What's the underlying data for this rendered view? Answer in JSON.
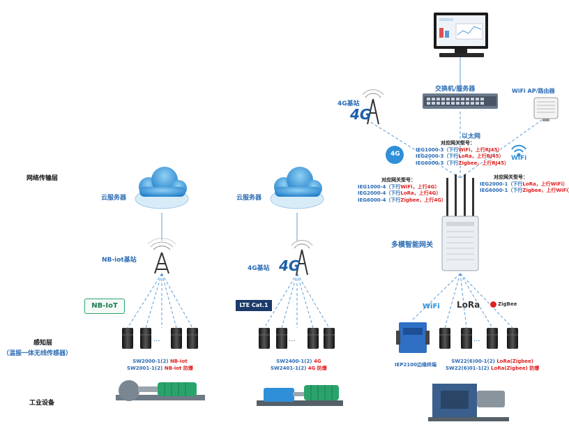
{
  "layers": {
    "network": "网络传输层",
    "sensing": "感知层",
    "sensing_sub": "（温振一体无线传感器）",
    "industrial": "工业设备"
  },
  "cloud1": "云服务器",
  "cloud2": "云服务器",
  "nbiot_station": "NB-iot基站",
  "station_4g_mid": "4G基站",
  "station_4g_top": "4G基站",
  "switch": "交换机/服务器",
  "wifi_ap": "WiFi AP/路由器",
  "ethernet": "以太网",
  "gateway": "多模智能网关",
  "logos": {
    "nbiot": "NB-IoT",
    "lte": "LTE Cat.1",
    "tag_4g": "4G",
    "tag_wifi": "WiFi",
    "lora": "LoRa",
    "zigbee": "ZigBee",
    "big4g_mid": "4G",
    "big4g_top": "4G",
    "wifi_bottom": "WiFi",
    "dots": "···"
  },
  "gw_groups": {
    "top": {
      "title": "对应网关型号：",
      "lines": [
        {
          "a": "IEG1000-3（下行",
          "b": "WiFi",
          "c": "，上行",
          "d": "RJ45）"
        },
        {
          "a": "IEG2000-3（下行",
          "b": "LoRa",
          "c": "，上行",
          "d": "RJ45）"
        },
        {
          "a": "IEG6000-3（下行",
          "b": "Zigbee",
          "c": "，上行",
          "d": "RJ45）"
        }
      ]
    },
    "left": {
      "title": "对应网关型号：",
      "lines": [
        {
          "a": "IEG1000-4（下行",
          "b": "WiFi",
          "c": "，上行",
          "d": "4G）"
        },
        {
          "a": "IEG2000-4（下行",
          "b": "LoRa",
          "c": "，上行",
          "d": "4G）"
        },
        {
          "a": "IEG6000-4（下行",
          "b": "Zigbee",
          "c": "，上行",
          "d": "4G）"
        }
      ]
    },
    "right": {
      "title": "对应网关型号：",
      "lines": [
        {
          "a": "IEG2000-1（下行",
          "b": "LoRa",
          "c": "，上行",
          "d": "WiFi）"
        },
        {
          "a": "IEG6000-1（下行",
          "b": "Zigbee",
          "c": "，上行",
          "d": "WiFi）"
        }
      ]
    }
  },
  "sensor_labels": {
    "col1": [
      {
        "model": "SW2000-1(2)",
        "tag": "NB-iot",
        "extra": ""
      },
      {
        "model": "SW2001-1(2)",
        "tag": "NB-iot",
        "extra": "防爆"
      }
    ],
    "col2": [
      {
        "model": "SW2400-1(2)",
        "tag": "4G",
        "extra": ""
      },
      {
        "model": "SW2401-1(2)",
        "tag": "4G",
        "extra": "防爆"
      }
    ],
    "col3": [
      {
        "model": "SW22(6)00-1(2)",
        "tag": "LoRa(Zigbee)",
        "extra": ""
      },
      {
        "model": "SW22(6)01-1(2)",
        "tag": "LoRa(Zigbee)",
        "extra": "防爆"
      }
    ]
  },
  "edge_terminal": "IEP2100边缘终端"
}
